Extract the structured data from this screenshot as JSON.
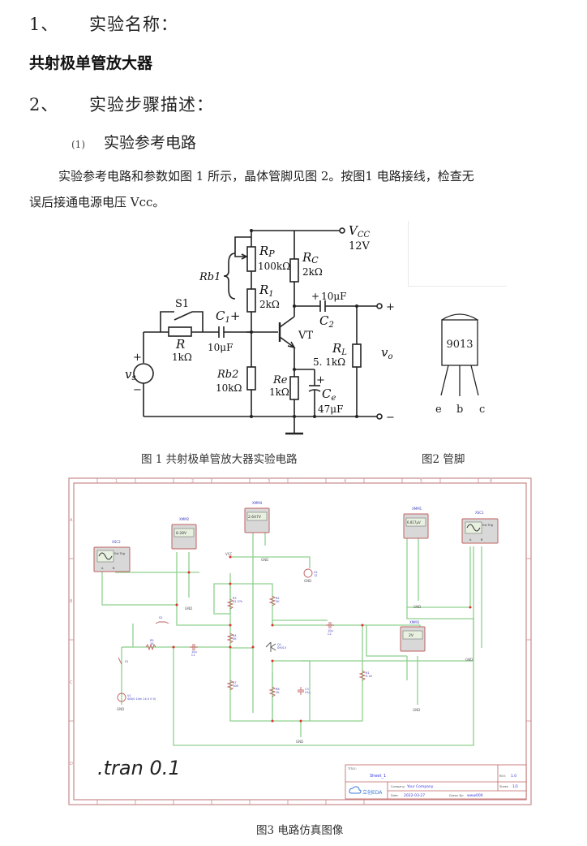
{
  "section1": {
    "number": "1、",
    "title": "实验名称："
  },
  "experiment_name": "共射极单管放大器",
  "section2": {
    "number": "2、",
    "title": "实验步骤描述："
  },
  "subsection1": {
    "number": "(1)",
    "title": "实验参考电路"
  },
  "paragraph": {
    "line1": "实验参考电路和参数如图 1 所示，晶体管脚见图 2。按图1 电路接线，检查无",
    "line2": "误后接通电源电压 Vcc。"
  },
  "figure1": {
    "caption": "图 1 共射极单管放大器实验电路",
    "labels": {
      "vcc": "V",
      "vcc_sub": "CC",
      "vcc_value": "12V",
      "rp": "R",
      "rp_sub": "P",
      "rp_value": "100kΩ",
      "rb1": "Rb1",
      "r1": "R",
      "r1_sub": "1",
      "r1_value": "2kΩ",
      "rc": "R",
      "rc_sub": "C",
      "rc_value": "2kΩ",
      "c2_value": "10μF",
      "c2": "C",
      "c2_sub": "2",
      "s1": "S1",
      "c1": "C",
      "c1_sub": "1",
      "c1_value": "10μF",
      "r": "R",
      "r_value": "1kΩ",
      "vt": "VT",
      "rl": "R",
      "rl_sub": "L",
      "rl_value": "5. 1kΩ",
      "vs": "v",
      "vs_sub": "s",
      "vo": "v",
      "vo_sub": "o",
      "rb2": "Rb2",
      "rb2_value": "10kΩ",
      "re": "Re",
      "re_value": "1kΩ",
      "ce": "C",
      "ce_sub": "e",
      "ce_value": "47μF",
      "plus": "+",
      "minus": "−"
    }
  },
  "figure2": {
    "caption": "图2 管脚",
    "transistor_label": "9013",
    "pins": [
      "e",
      "b",
      "c"
    ]
  },
  "figure3": {
    "caption": "图3 电路仿真图像",
    "directive": ".tran 0.1",
    "instruments": {
      "xsc2": {
        "name": "XSC2",
        "trig": "Ext Trig",
        "ch_a": "A",
        "ch_b": "B"
      },
      "xmm2": {
        "name": "XMM2",
        "reading": "8.28V"
      },
      "xmm4": {
        "name": "XMM4",
        "reading": "2.647V"
      },
      "xmm1": {
        "name": "XMM1",
        "reading": "6.817μV"
      },
      "xsc1": {
        "name": "XSC1",
        "trig": "Ext Trig",
        "ch_a": "A",
        "ch_b": "B"
      },
      "xmm3": {
        "name": "XMM3",
        "reading": "2V"
      }
    },
    "components": {
      "vcc": "VCC",
      "gnd": "GND",
      "r3": "R3",
      "r3_val": "42.27k",
      "r2": "R2",
      "r2_val": "2K",
      "r4": "R4",
      "r4_val": "2K",
      "r7": "R7",
      "r7_val": "10K",
      "r8": "R8",
      "r8_val": "1K",
      "r5": "R5",
      "r5_val": "1K",
      "r1": "R1",
      "r1_val": "5.1K",
      "q1": "Q1",
      "q1_val": "S9013",
      "c1": "C1",
      "c1_val": "10μ",
      "c2": "C2",
      "c2_val": "10μ",
      "c3": "C3",
      "c3_val": "47μ",
      "s1": "S1",
      "s2": "S2",
      "v1": "V1",
      "v1_val": "SIN(0 10m 1k 0 0 0)",
      "v2": "V2",
      "v2_val": "12"
    },
    "title_block": {
      "title_label": "TITLE:",
      "title_value": "Sheet_1",
      "rev_label": "REV:",
      "rev_value": "1.0",
      "company_label": "Company:",
      "company_value": "Your Company",
      "sheet_label": "Sheet:",
      "sheet_value": "1/1",
      "date_label": "Date:",
      "date_value": "2022-03-27",
      "drawn_label": "Drawn By:",
      "drawn_value": "www000",
      "logo": "立创EDA"
    },
    "border_numbers": [
      "1",
      "2",
      "3",
      "4",
      "5",
      "6"
    ],
    "border_letters": [
      "A",
      "B",
      "C",
      "D"
    ]
  }
}
